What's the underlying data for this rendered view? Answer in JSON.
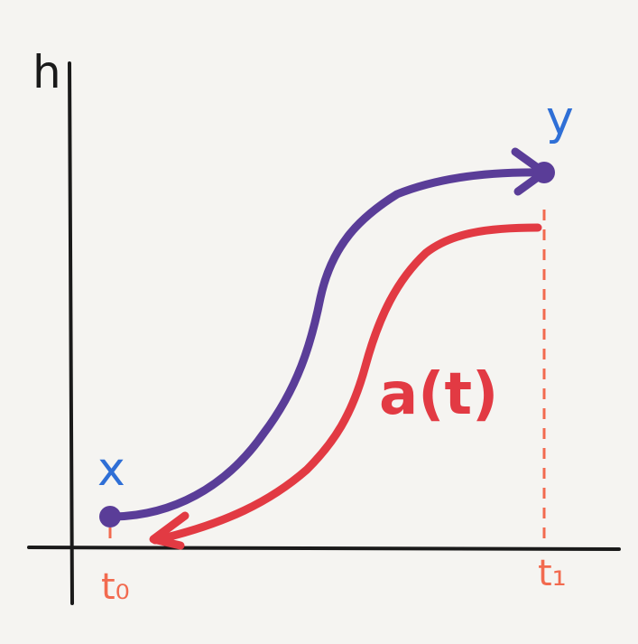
{
  "axis": {
    "vertical_label": "h"
  },
  "points": {
    "start_label": "x",
    "end_label": "y"
  },
  "ticks": {
    "start": "t₀",
    "end": "t₁"
  },
  "curves": {
    "return_label": "a(t)"
  },
  "colors": {
    "background": "#f5f4f1",
    "axis": "#1a1a1a",
    "forward_path": "#5a3d98",
    "return_path": "#e23a43",
    "point_labels": "#2f6fd6",
    "tick_marks": "#f26a4f"
  }
}
